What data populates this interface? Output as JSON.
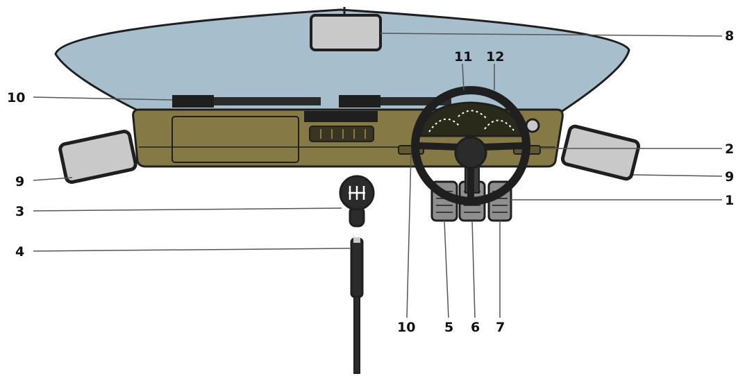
{
  "colors": {
    "windshield": "#a7bfcc",
    "dashboard": "#857a45",
    "dashboard_dark": "#5f5830",
    "outline": "#1f1f1f",
    "mirror_glass": "#c9c9c9",
    "pedal": "#8e8e8e",
    "leader": "#555555"
  },
  "callouts": [
    {
      "number": "1",
      "part": "pedal-cluster"
    },
    {
      "number": "2",
      "part": "instrument-stalk"
    },
    {
      "number": "3",
      "part": "gear-knob"
    },
    {
      "number": "4",
      "part": "handbrake-lever"
    },
    {
      "number": "5",
      "part": "clutch-pedal"
    },
    {
      "number": "6",
      "part": "brake-pedal"
    },
    {
      "number": "7",
      "part": "accelerator-pedal"
    },
    {
      "number": "8",
      "part": "rear-view-mirror"
    },
    {
      "number": "9",
      "part": "side-mirrors"
    },
    {
      "number": "10",
      "part": "wipers-and-stalk"
    },
    {
      "number": "11",
      "part": "steering-wheel-rim"
    },
    {
      "number": "12",
      "part": "instrument-cluster"
    }
  ]
}
